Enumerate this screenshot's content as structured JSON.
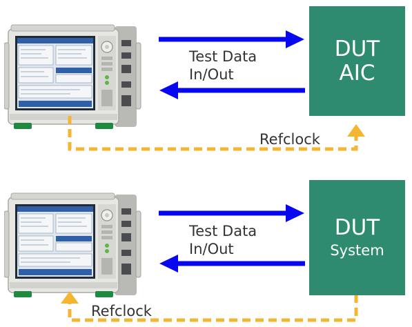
{
  "colors": {
    "data_arrow": "#0707f0",
    "refclock_dash": "#f4b530",
    "dut_fill": "#2e8b6f",
    "dut_text": "#ffffff",
    "label_text": "#333333",
    "instrument_body": "#e3e3e0",
    "instrument_screen": "#2f5fa7",
    "instrument_feet": "#1f8a3f"
  },
  "panels": [
    {
      "instrument_icon": "test-instrument-image",
      "link_label_line1": "Test Data",
      "link_label_line2": "In/Out",
      "refclock_label": "Refclock",
      "refclock_direction": "instrument-to-dut",
      "dut_line1": "DUT",
      "dut_line2": "AIC"
    },
    {
      "instrument_icon": "test-instrument-image",
      "link_label_line1": "Test Data",
      "link_label_line2": "In/Out",
      "refclock_label": "Refclock",
      "refclock_direction": "dut-to-instrument",
      "dut_line1": "DUT",
      "dut_line2": "System"
    }
  ]
}
